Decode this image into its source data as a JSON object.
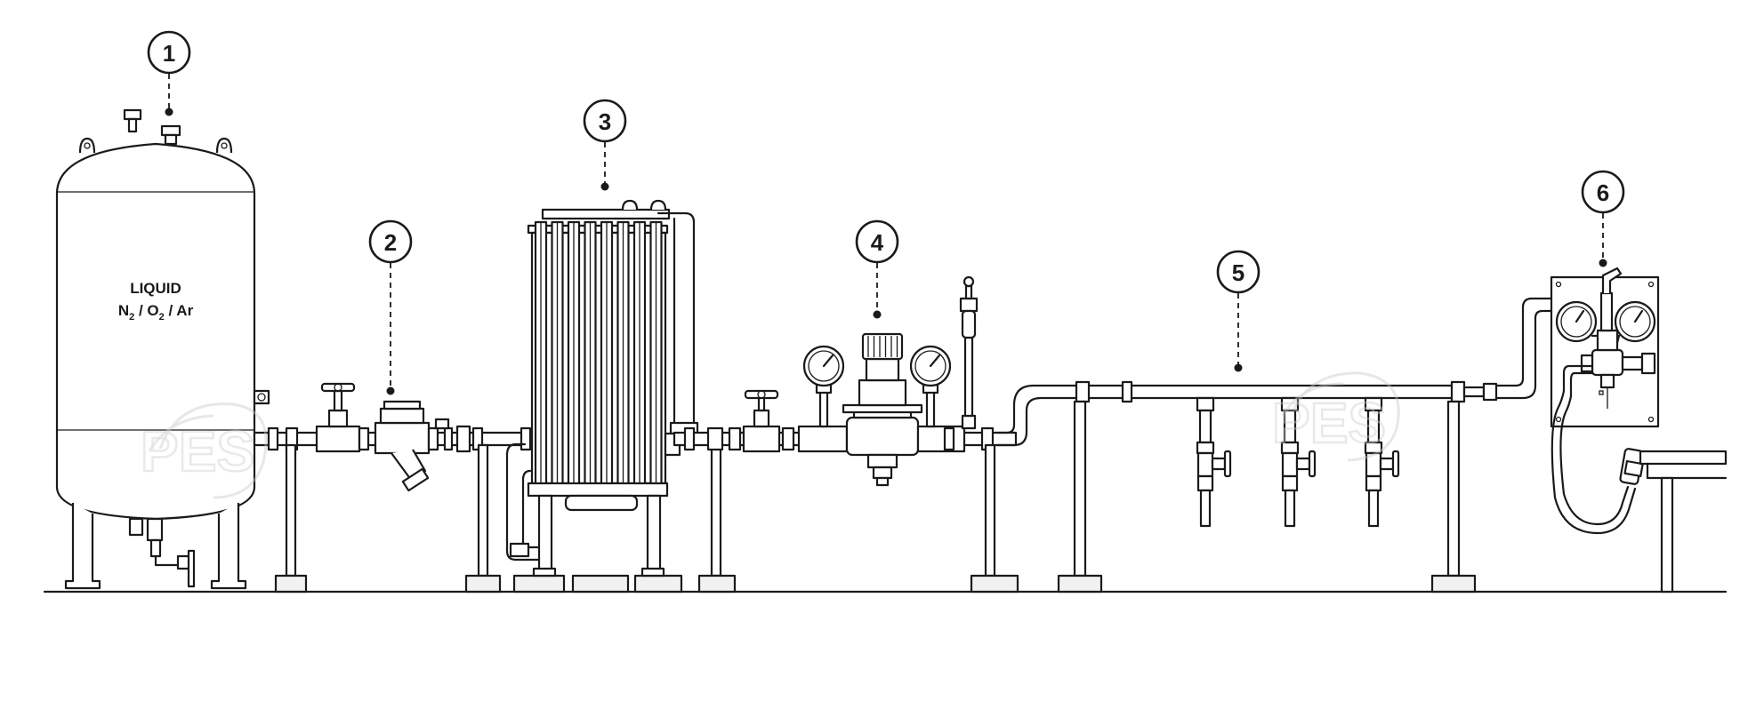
{
  "tank": {
    "line1": "LIQUID",
    "line2_parts": [
      "N",
      "2",
      " / O",
      "2",
      " / Ar"
    ]
  },
  "callouts": [
    {
      "number": "1"
    },
    {
      "number": "2"
    },
    {
      "number": "3"
    },
    {
      "number": "4"
    },
    {
      "number": "5"
    },
    {
      "number": "6"
    }
  ],
  "watermark": {
    "text": "PES"
  }
}
